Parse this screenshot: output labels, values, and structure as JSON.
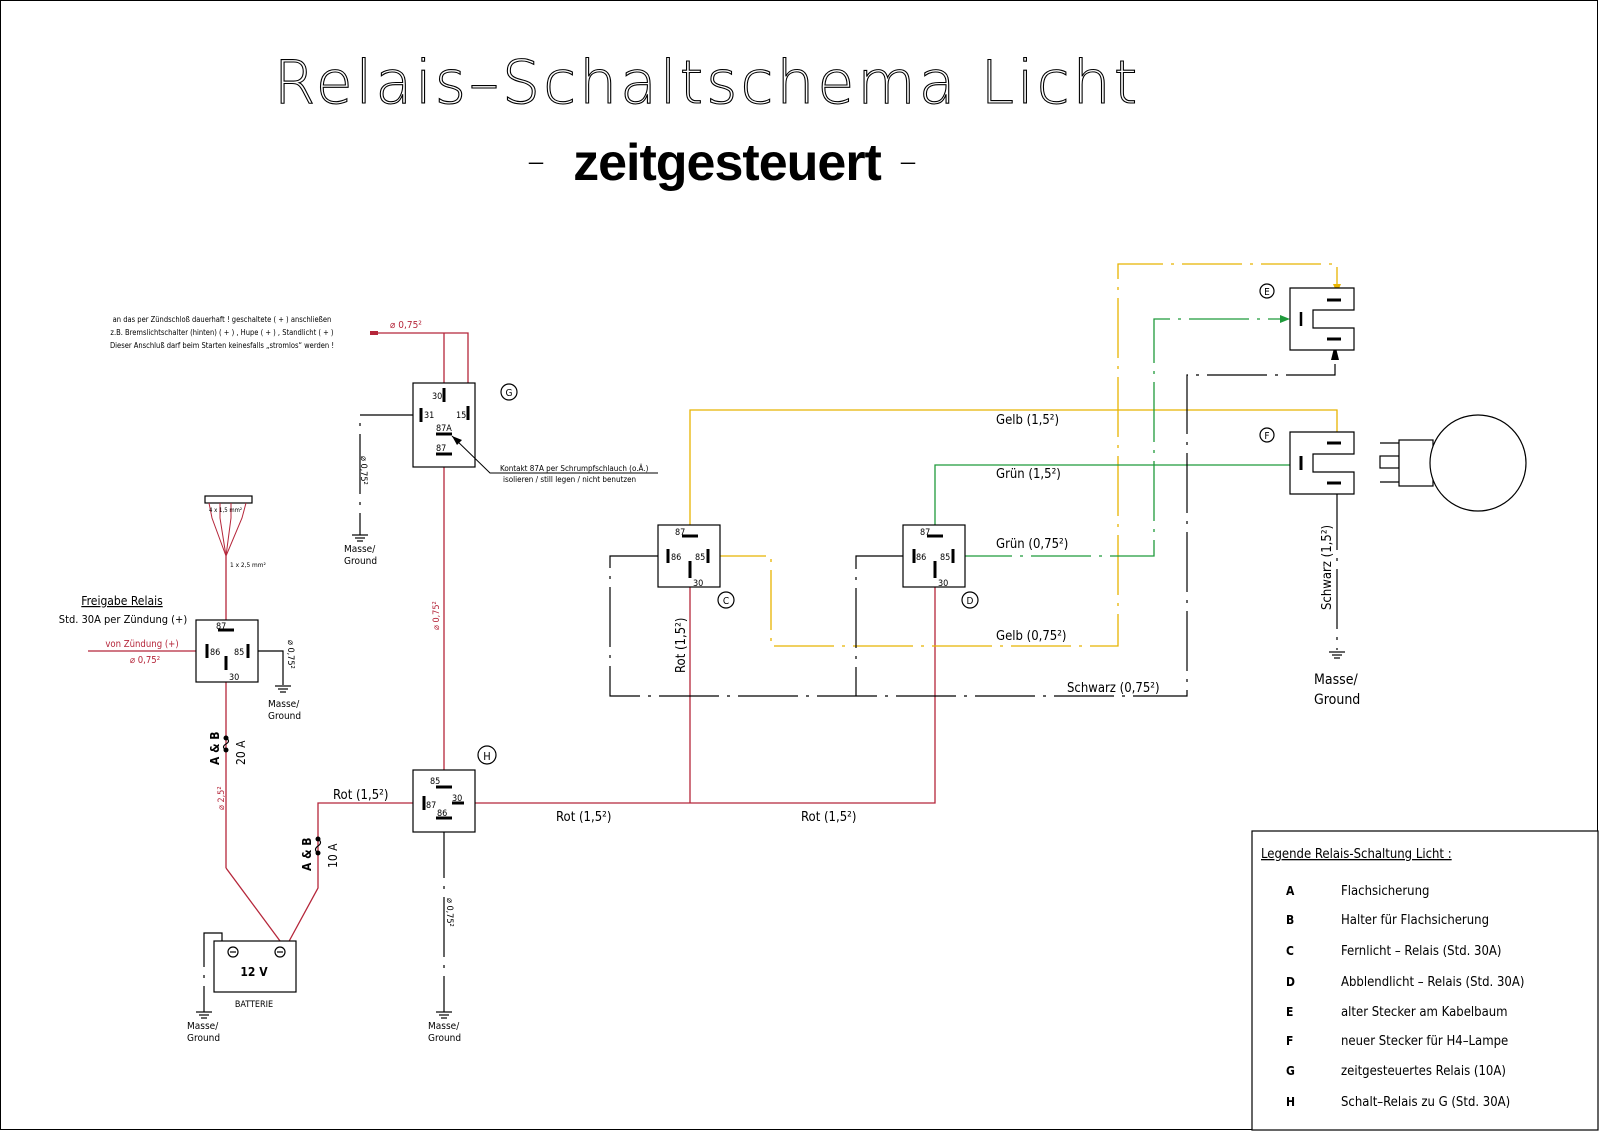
{
  "title": "Relais–Schaltschema Licht",
  "subtitle": "zeitgesteuert",
  "subtitle_dash": "–",
  "note_top": [
    "an das per Zündschloß dauerhaft ! geschaltete ( + ) anschließen",
    "z.B. Bremslichtschalter (hinten) ( + ) , Hupe ( + ) , Standlicht ( + )",
    "Dieser Anschluß darf beim Starten keinesfalls „stromlos“ werden !"
  ],
  "note_87a": [
    "Kontakt 87A per Schrumpfschlauch (o.Ä.)",
    "isolieren / still legen / nicht benutzen"
  ],
  "labels": {
    "g_supply": "⌀ 0,75²",
    "g_ground_wire": "⌀ 0,75²",
    "g_to_h": "⌀ 0,75²",
    "h_ground_wire": "⌀ 0,75²",
    "bundle_in": "4 x 1,5 mm²",
    "bundle_out": "1 x 2,5 mm²",
    "freigabe_title": "Freigabe Relais",
    "freigabe_sub": "Std. 30A per Zündung (+)",
    "von_zuendung": "von Zündung (+)",
    "von_zuendung_wire": "⌀ 0,75²",
    "freigabe_ground_wire": "⌀ 0,75²",
    "fuse1_ab": "A & B",
    "fuse1_amp": "20 A",
    "fuse2_ab": "A & B",
    "fuse2_amp": "10 A",
    "batt_wire": "⌀ 2,5²",
    "rot_h_in": "Rot (1,5²)",
    "rot_h_c": "Rot (1,5²)",
    "rot_c_d": "Rot (1,5²)",
    "rot_c_vertical": "Rot (1,5²)",
    "gelb_15": "Gelb (1,5²)",
    "gruen_15": "Grün (1,5²)",
    "gruen_075": "Grün (0,75²)",
    "gelb_075": "Gelb (0,75²)",
    "schwarz_075": "Schwarz (0,75²)",
    "schwarz_15": "Schwarz (1,5²)",
    "battery_voltage": "12 V",
    "battery_label": "BATTERIE",
    "masse": "Masse/",
    "ground": "Ground"
  },
  "components": {
    "G": {
      "id": "G",
      "pins": {
        "p30": "30",
        "p31": "31",
        "p15": "15",
        "p87a": "87A",
        "p87": "87"
      }
    },
    "H": {
      "id": "H",
      "pins": {
        "p85": "85",
        "p87": "87",
        "p30": "30",
        "p86": "86"
      }
    },
    "C": {
      "id": "C",
      "pins": {
        "p87": "87",
        "p86": "86",
        "p85": "85",
        "p30": "30"
      }
    },
    "D": {
      "id": "D",
      "pins": {
        "p87": "87",
        "p86": "86",
        "p85": "85",
        "p30": "30"
      }
    },
    "E": {
      "id": "E"
    },
    "F": {
      "id": "F"
    },
    "freigabe": {
      "pins": {
        "p87": "87",
        "p86": "86",
        "p85": "85",
        "p30": "30"
      }
    }
  },
  "legend": {
    "title": "Legende Relais-Schaltung Licht :",
    "items": [
      {
        "key": "A",
        "text": "Flachsicherung"
      },
      {
        "key": "B",
        "text": "Halter für Flachsicherung"
      },
      {
        "key": "C",
        "text": "Fernlicht – Relais (Std. 30A)"
      },
      {
        "key": "D",
        "text": "Abblendlicht – Relais (Std. 30A)"
      },
      {
        "key": "E",
        "text": "alter Stecker am Kabelbaum"
      },
      {
        "key": "F",
        "text": "neuer Stecker für H4–Lampe"
      },
      {
        "key": "G",
        "text": "zeitgesteuertes Relais (10A)"
      },
      {
        "key": "H",
        "text": "Schalt–Relais zu G (Std. 30A)"
      }
    ]
  }
}
